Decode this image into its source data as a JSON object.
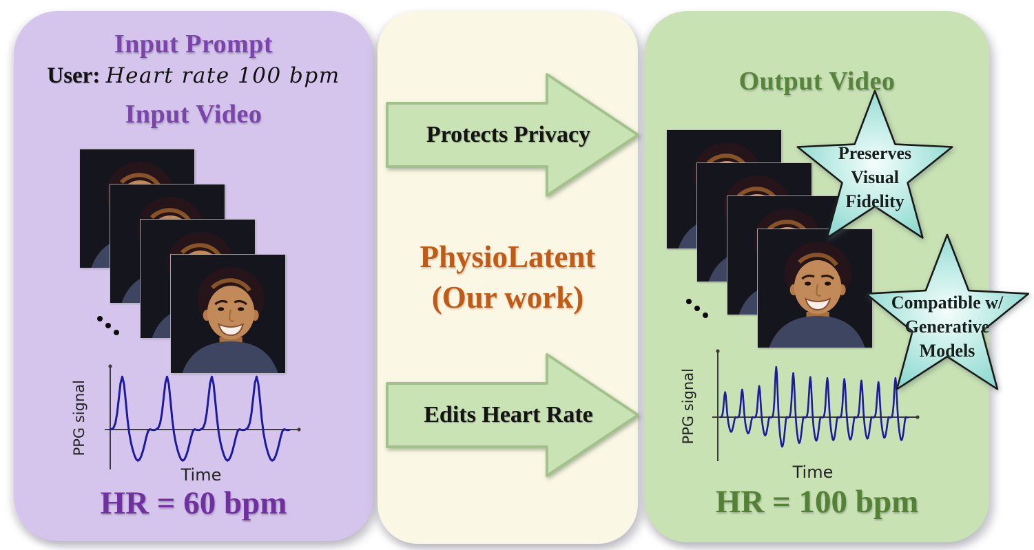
{
  "colors": {
    "page-bg": "#ffffff",
    "left-bg": "#d5c5ec",
    "mid-bg": "#faf7e4",
    "right-bg": "#c9e2b4",
    "purple-title": "#7b44ad",
    "purple-hr": "#7030a0",
    "green-title": "#55843a",
    "green-hr": "#538135",
    "orange-title": "#c05a15",
    "arrow-fill": "#c9e3b5",
    "arrow-stroke": "#a3c28b",
    "arrow-text": "#141414",
    "star-stroke": "#1a1a1a",
    "star-teal": "#7fd2cb",
    "wave-color": "#1c1a9e",
    "axis-color": "#3c3c3c",
    "label-color": "#232323"
  },
  "left_panel": {
    "title": "Input Prompt",
    "user_label": "User:",
    "user_prompt": "Heart rate 100 bpm",
    "video_label": "Input Video",
    "hr_label": "HR = 60 bpm",
    "frames": 4
  },
  "middle_panel": {
    "arrow_top_label": "Protects Privacy",
    "arrow_bottom_label": "Edits Heart Rate",
    "name_line1": "PhysioLatent",
    "name_line2": "(Our work)"
  },
  "right_panel": {
    "title": "Output Video",
    "hr_label": "HR = 100 bpm",
    "frames": 4,
    "stars": [
      {
        "lines": [
          "Preserves",
          "Visual",
          "Fidelity"
        ]
      },
      {
        "lines": [
          "Compatible w/",
          "Generative",
          "Models"
        ]
      }
    ]
  },
  "chart_data": [
    {
      "type": "line",
      "name": "input-ppg",
      "title": "Input PPG signal",
      "xlabel": "Time",
      "ylabel": "PPG signal",
      "hr_bpm": 60,
      "cycles": 4,
      "amplitude_envelope": [
        1,
        1,
        1,
        1
      ],
      "grid": false
    },
    {
      "type": "line",
      "name": "output-ppg",
      "title": "Output PPG signal",
      "xlabel": "Time",
      "ylabel": "PPG signal",
      "hr_bpm": 100,
      "cycles": 11,
      "amplitude_envelope": [
        0.5,
        0.55,
        0.62,
        1.0,
        0.88,
        0.8,
        0.78,
        0.76,
        0.73,
        0.7,
        0.78
      ],
      "grid": false
    }
  ]
}
